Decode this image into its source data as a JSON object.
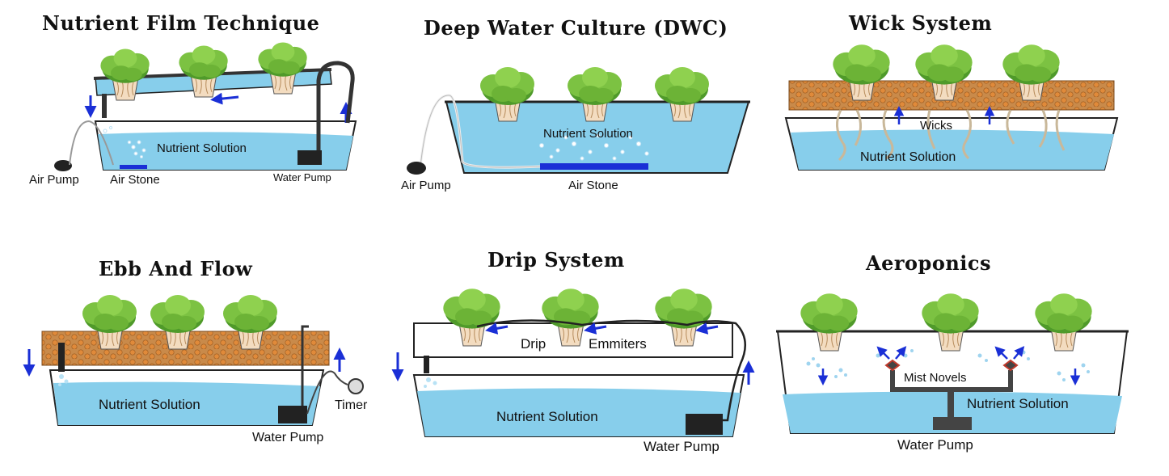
{
  "colors": {
    "water": "#87CEEB",
    "water_light": "#b8e2f5",
    "plant": "#7cc242",
    "plant_dark": "#4f9a2a",
    "growing_media": "#c98a4a",
    "media_dot": "#e0822c",
    "arrow": "#1a2fd6",
    "air_stone": "#1a2fd6",
    "pump": "#222222"
  },
  "panels": {
    "nft": {
      "title": "Nutrient Film Technique",
      "labels": {
        "solution": "Nutrient Solution",
        "air_pump": "Air Pump",
        "air_stone": "Air Stone",
        "water_pump": "Water Pump"
      }
    },
    "dwc": {
      "title": "Deep Water Culture (DWC)",
      "labels": {
        "solution": "Nutrient Solution",
        "air_pump": "Air Pump",
        "air_stone": "Air Stone"
      }
    },
    "wick": {
      "title": "Wick System",
      "labels": {
        "wicks": "Wicks",
        "solution": "Nutrient Solution"
      }
    },
    "ebb": {
      "title": "Ebb And Flow",
      "labels": {
        "solution": "Nutrient Solution",
        "timer": "Timer",
        "water_pump": "Water Pump"
      }
    },
    "drip": {
      "title": "Drip System",
      "labels": {
        "drip": "Drip",
        "emmiters": "Emmiters",
        "solution": "Nutrient Solution",
        "water_pump": "Water Pump"
      }
    },
    "aero": {
      "title": "Aeroponics",
      "labels": {
        "mist": "Mist Novels",
        "solution": "Nutrient Solution",
        "water_pump": "Water  Pump"
      }
    }
  }
}
